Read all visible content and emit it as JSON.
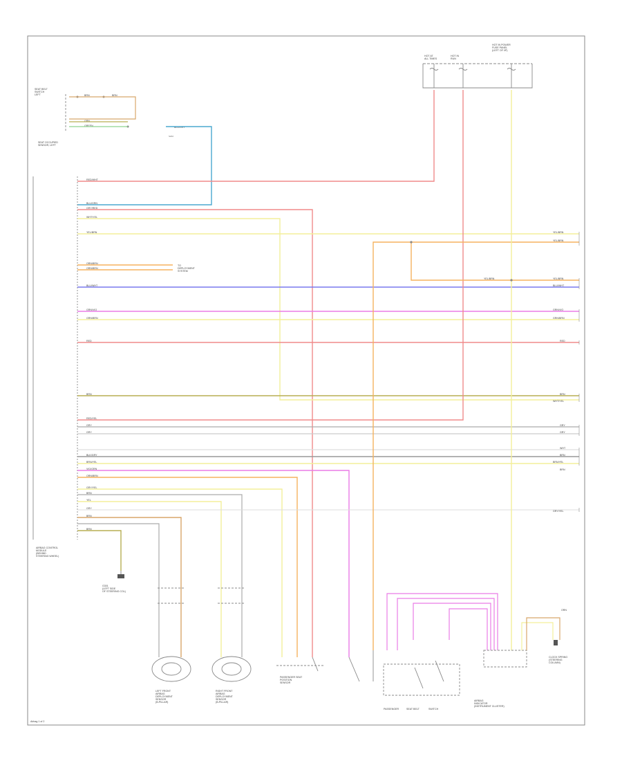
{
  "page_label": "Airbag 1 of 2",
  "components": {
    "seat_switch": [
      "SEAT BELT",
      "SWITCH",
      "LEFT"
    ],
    "seat_sensor": [
      "SEAT OCCUPIED",
      "SENSOR, LEFT"
    ],
    "airbag_module": [
      "AIRBAG CONTROL",
      "MODULE",
      "(BEHIND",
      "STEERING WHEEL)"
    ],
    "fuse_panel": [
      "HOT AT",
      "ALL TIMES"
    ],
    "fuse_panel2": [
      "HOT IN",
      "RUN"
    ],
    "fuse_panel3": [
      "HOT IN POWER",
      "FUSE PANEL",
      "(LEFT OF I/P)"
    ],
    "ground1": [
      "G301",
      "(LEFT SIDE",
      "OF STEERING COL)"
    ],
    "front_left_sensor": [
      "LEFT FRONT",
      "AIRBAG",
      "DEPLOYMENT",
      "SENSOR",
      "(B-PILLAR)"
    ],
    "front_right_sensor": [
      "RIGHT FRONT",
      "AIRBAG",
      "DEPLOYMENT",
      "SENSOR",
      "(B-PILLAR)"
    ],
    "passenger_sensor": [
      "PASSENGER SEAT",
      "POSITION",
      "SENSOR"
    ],
    "seat_belt_switch": [
      "PASSENGER",
      "SEAT BELT",
      "SWITCH"
    ],
    "airbag_indicator": [
      "AIRBAG",
      "INDICATOR",
      "(INSTRUMENT CLUSTER)"
    ],
    "clock_spring": [
      "CLOCK SPRING",
      "(STEERING",
      "COLUMN)"
    ],
    "connector_label": [
      "TO",
      "DEPLOYMENT",
      "SYSTEM"
    ],
    "right_connector": "ORN",
    "splice_label": "S202"
  },
  "wire_labels": {
    "w1": "RED/WHT",
    "w2": "BLU/GRN",
    "w3": "GRY/RED",
    "w4": "WHT/YEL",
    "w5": "YEL/BRN",
    "w6": "ORN/BRN",
    "w7": "ORN/BRN",
    "w8": "BLU/WHT",
    "w9": "GRN/VIO",
    "w10": "GRN/BRN",
    "w11": "RED",
    "w12": "BRN",
    "w13": "RED/YEL",
    "w14": "GRY",
    "w15": "GRY",
    "w16": "BLK/GRY",
    "w17": "BRN/YEL",
    "w18": "VIO/GRN",
    "w19": "ORN/BRN",
    "w20": "GRY/YEL",
    "w21": "BRN",
    "w22": "YEL",
    "w23": "GRY",
    "w24": "BRN",
    "w25": "BRN",
    "top1": "BRN",
    "top2": "BRN",
    "top3": "GRN",
    "top4": "GREEN",
    "top5": "BLU/GRY",
    "rr1": "YEL/BRN",
    "rr2": "YEL/BRN",
    "rr3": "YEL/BRN",
    "rr4": "BLU/WHT",
    "rr5": "GRN/VIO",
    "rr6": "GRN/BRN",
    "rr7": "RED",
    "rr8": "BRN",
    "rr9": "WHT/YEL",
    "rr10": "GRY",
    "rr11": "GRY",
    "rr12": "WHT",
    "rr13": "BRN",
    "rr14": "BRN/YEL",
    "rr15": "GRY/YEL",
    "rr16": "BRN",
    "mid1": "YEL/BRN"
  },
  "colors": {
    "red": "#f08a8a",
    "orange": "#f5b25e",
    "yellow": "#f3ef9a",
    "blue": "#7878ee",
    "teal": "#4aa8cf",
    "violet": "#ea7be6",
    "olive": "#b7ad52",
    "gray": "#aaaaaa",
    "brown": "#d8a66a",
    "frame": "#888888"
  }
}
